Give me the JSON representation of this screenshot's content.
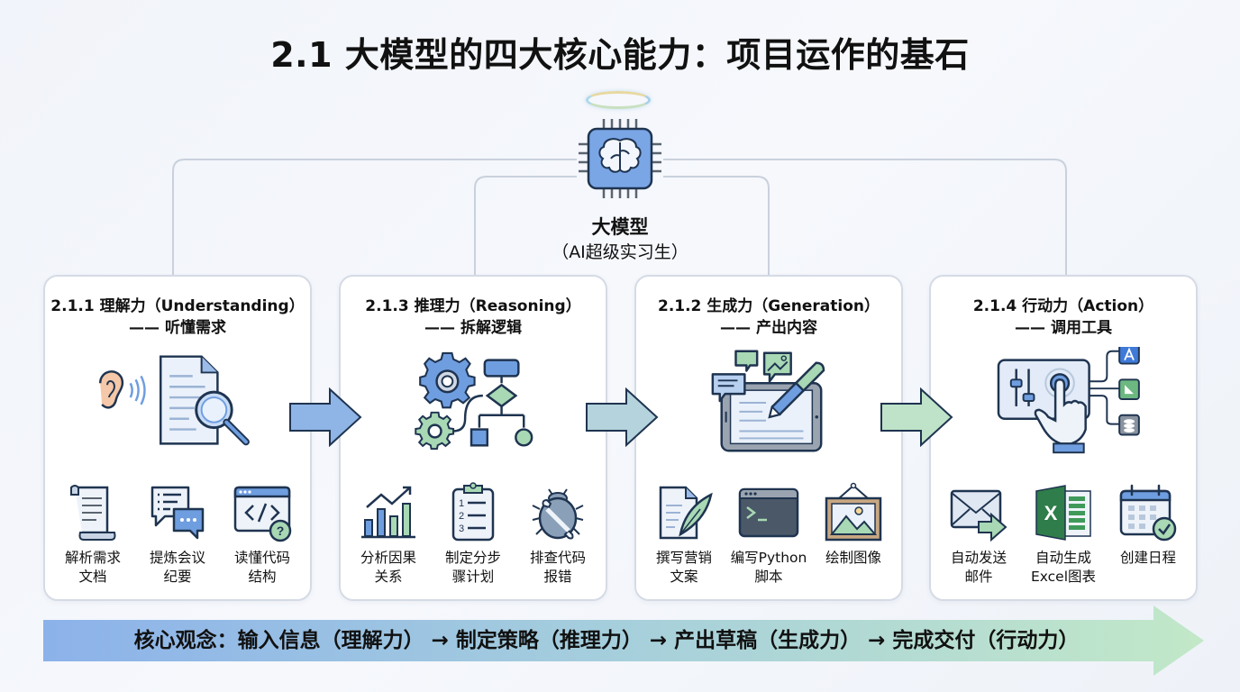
{
  "title": "2.1 大模型的四大核心能力：项目运作的基石",
  "center": {
    "icon": "brain-chip-icon",
    "name": "大模型",
    "subtitle": "（AI超级实习生）"
  },
  "cards": [
    {
      "title": "2.1.1 理解力（Understanding）",
      "subtitle": "—— 听懂需求",
      "hero_icon": "ear-document-magnifier-icon",
      "items": [
        {
          "icon": "scroll-document-icon",
          "label_line1": "解析需求",
          "label_line2": "文档"
        },
        {
          "icon": "chat-bubbles-icon",
          "label_line1": "提炼会议",
          "label_line2": "纪要"
        },
        {
          "icon": "code-window-question-icon",
          "label_line1": "读懂代码",
          "label_line2": "结构"
        }
      ]
    },
    {
      "title": "2.1.3 推理力（Reasoning）",
      "subtitle": "—— 拆解逻辑",
      "hero_icon": "gears-flowchart-icon",
      "items": [
        {
          "icon": "bar-chart-trend-icon",
          "label_line1": "分析因果",
          "label_line2": "关系"
        },
        {
          "icon": "numbered-clipboard-icon",
          "label_line1": "制定分步",
          "label_line2": "骤计划"
        },
        {
          "icon": "bug-wrench-icon",
          "label_line1": "排查代码",
          "label_line2": "报错"
        }
      ]
    },
    {
      "title": "2.1.2 生成力（Generation）",
      "subtitle": "—— 产出内容",
      "hero_icon": "tablet-pen-bubbles-icon",
      "items": [
        {
          "icon": "document-quill-icon",
          "label_line1": "撰写营销",
          "label_line2": "文案"
        },
        {
          "icon": "terminal-icon",
          "label_line1": "编写Python",
          "label_line2": "脚本"
        },
        {
          "icon": "framed-picture-icon",
          "label_line1": "绘制图像",
          "label_line2": ""
        }
      ]
    },
    {
      "title": "2.1.4 行动力（Action）",
      "subtitle": "—— 调用工具",
      "hero_icon": "hand-control-panel-tools-icon",
      "items": [
        {
          "icon": "send-mail-icon",
          "label_line1": "自动发送",
          "label_line2": "邮件"
        },
        {
          "icon": "excel-icon",
          "label_line1": "自动生成",
          "label_line2": "Excel图表"
        },
        {
          "icon": "calendar-check-icon",
          "label_line1": "创建日程",
          "label_line2": ""
        }
      ]
    }
  ],
  "flow_arrows": [
    {
      "icon": "arrow-right-icon",
      "color": "#8fb4e6"
    },
    {
      "icon": "arrow-right-icon",
      "color": "#b4d3dc"
    },
    {
      "icon": "arrow-right-icon",
      "color": "#bfe3c8"
    }
  ],
  "banner": {
    "text": "核心观念：输入信息（理解力） → 制定策略（推理力） → 产出草稿（生成力） → 完成交付（行动力）",
    "color_start": "#8cb2ea",
    "color_end": "#c2e8c8"
  },
  "colors": {
    "blue": "#6f9ee0",
    "green": "#a8d8b4",
    "outline": "#1f3450",
    "card_border": "#d5dbe5"
  }
}
